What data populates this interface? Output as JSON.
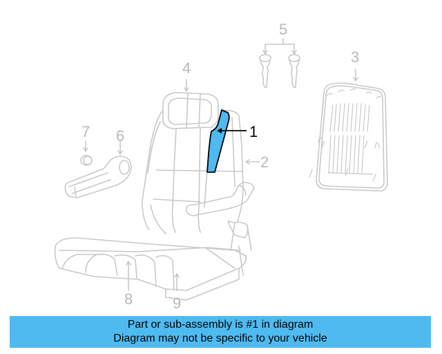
{
  "diagram": {
    "title": "Seat assembly exploded parts diagram",
    "highlight_color": "#4fbaf0",
    "line_color": "#c8c8c8",
    "callouts": [
      {
        "number": "1",
        "part": "highlighted seat back side panel",
        "highlighted": true
      },
      {
        "number": "2",
        "part": "seat back"
      },
      {
        "number": "3",
        "part": "seat back rear panel"
      },
      {
        "number": "4",
        "part": "headrest"
      },
      {
        "number": "5",
        "part": "headrest guides (2)"
      },
      {
        "number": "6",
        "part": "armrest"
      },
      {
        "number": "7",
        "part": "cap"
      },
      {
        "number": "8",
        "part": "seat cushion"
      },
      {
        "number": "9",
        "part": "seat cushion base"
      }
    ]
  },
  "banner": {
    "line1": "Part or sub-assembly is #1 in diagram",
    "line2": "Diagram may not be specific to your vehicle",
    "background": "#4fbaf0"
  }
}
